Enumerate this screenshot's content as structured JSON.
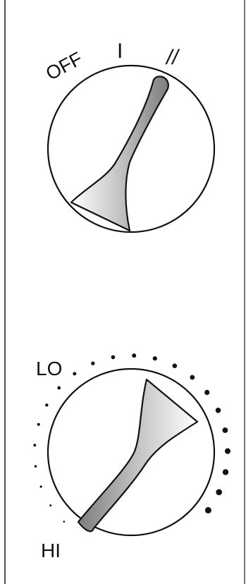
{
  "switch_knob": {
    "positions": [
      "OFF",
      "I",
      "II"
    ],
    "current": "II",
    "glyph_II": "//"
  },
  "heat_knob": {
    "low_label": "LO",
    "high_label": "HI",
    "current": "HI",
    "level_dot_count": 22
  },
  "colors": {
    "line": "#111111",
    "handle_light": "#ffffff",
    "handle_dark": "#8a8a8a",
    "background": "#ffffff"
  }
}
